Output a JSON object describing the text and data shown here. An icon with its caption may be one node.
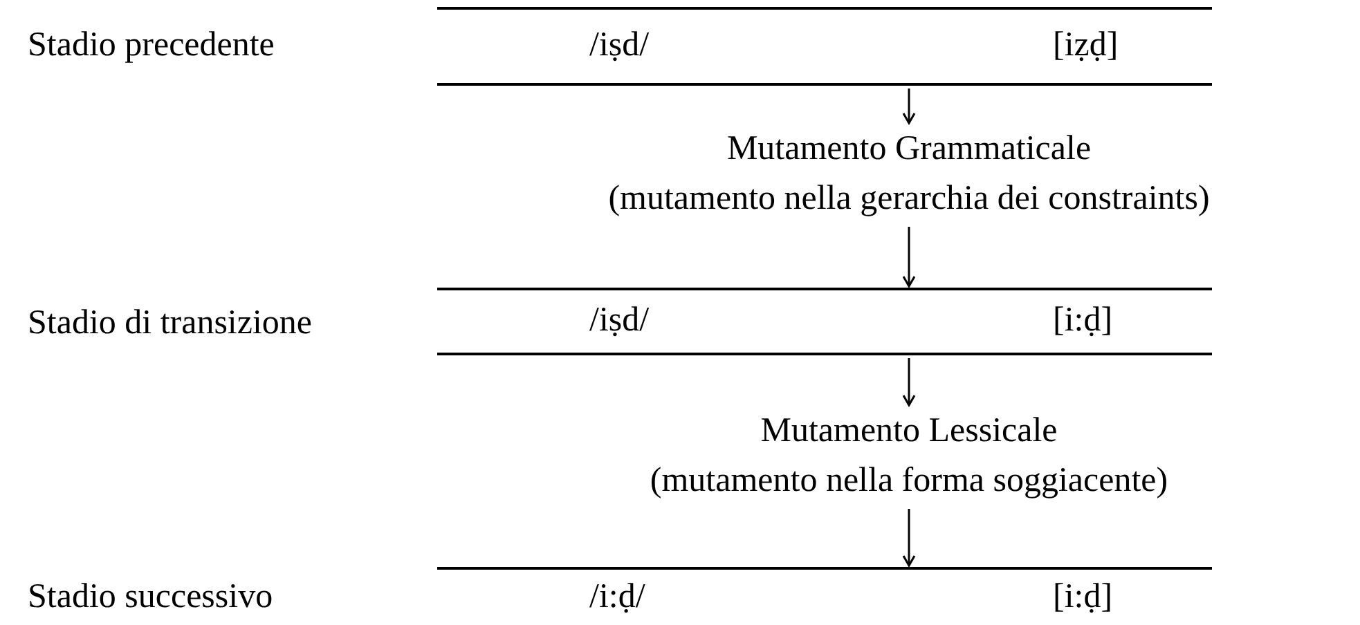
{
  "diagram": {
    "nodes": [
      {
        "text": [
          "Stadio precedente",
          "/iṣd/",
          "[iẓḍ]"
        ]
      },
      {
        "text": [
          "Mutamento Grammaticale",
          "(mutamento nella gerarchia dei constraints)"
        ]
      },
      {
        "text": [
          "Stadio di transizione",
          "/iṣd/",
          "[i:ḍ]"
        ]
      },
      {
        "text": [
          "Mutamento Lessicale",
          "(mutamento nella forma soggiacente)"
        ]
      },
      {
        "text": [
          "Stadio successivo",
          "/i:ḍ/",
          "[i:ḍ]"
        ]
      }
    ],
    "edges": [
      {
        "from": 0,
        "to": 1,
        "arrow": "to"
      },
      {
        "from": 1,
        "to": 2,
        "arrow": "to"
      },
      {
        "from": 2,
        "to": 3,
        "arrow": "to"
      },
      {
        "from": 3,
        "to": 4,
        "arrow": "to"
      }
    ]
  }
}
